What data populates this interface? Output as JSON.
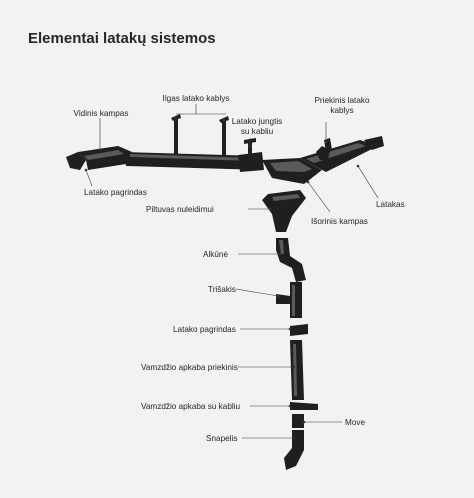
{
  "title": "Elementai latakų sistemos",
  "labels": {
    "vidinis_kampas": "Vidinis kampas",
    "ilgas_kablys": "Ilgas latako kablys",
    "latako_jungtis_1": "Latako jungtis",
    "latako_jungtis_2": "su kabliu",
    "priekinis_kablys_1": "Priekinis latako",
    "priekinis_kablys_2": "kablys",
    "latako_pagrindas_top": "Latako pagrindas",
    "latakas": "Latakas",
    "piltuvas": "Piltuvas nuleidimui",
    "isorinis_kampas": "Išorinis kampas",
    "alkune": "Alkūnė",
    "trisakis": "Trišakis",
    "latako_pagrindas_mid": "Latako pagrindas",
    "vamzdzio_apkaba_priekinis": "Vamzdžio apkaba priekinis",
    "vamzdzio_apkaba_kabliu": "Vamzdžio apkaba su kabliu",
    "move": "Move",
    "snapelis": "Snapelis"
  },
  "colors": {
    "background": "#f2f2f2",
    "parts": "#1f1f1f",
    "text": "#262626"
  }
}
